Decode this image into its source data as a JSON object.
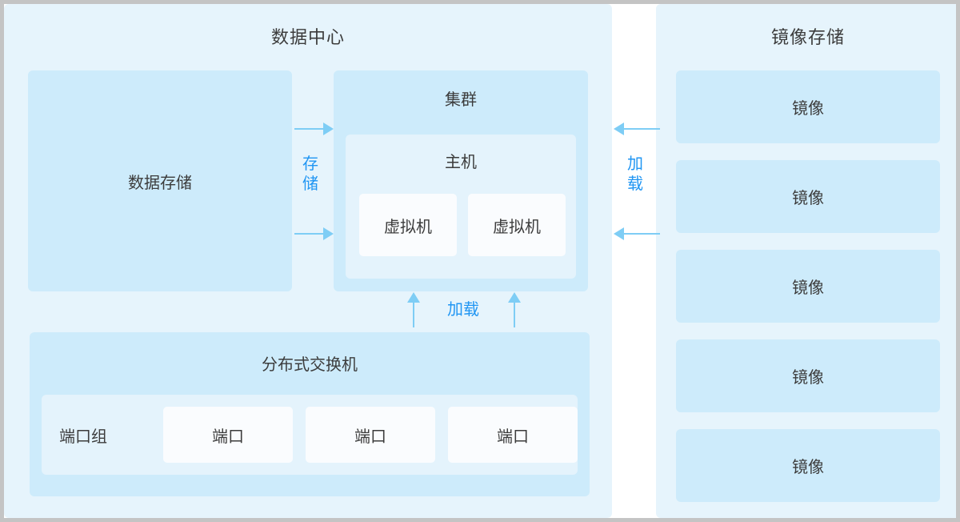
{
  "diagram": {
    "datacenter": {
      "title": "数据中心",
      "data_storage": {
        "label": "数据存储"
      },
      "cluster": {
        "title": "集群",
        "host": {
          "title": "主机",
          "vms": [
            {
              "label": "虚拟机"
            },
            {
              "label": "虚拟机"
            }
          ]
        }
      },
      "switch": {
        "title": "分布式交换机",
        "port_group_label": "端口组",
        "ports": [
          {
            "label": "端口"
          },
          {
            "label": "端口"
          },
          {
            "label": "端口"
          }
        ]
      }
    },
    "mirror_storage": {
      "title": "镜像存储",
      "items": [
        {
          "label": "镜像"
        },
        {
          "label": "镜像"
        },
        {
          "label": "镜像"
        },
        {
          "label": "镜像"
        },
        {
          "label": "镜像"
        }
      ]
    },
    "connectors": {
      "storage_label": "存储",
      "load_label_vertical": "加载",
      "load_label_bottom": "加载"
    },
    "colors": {
      "panel_background": "#e6f4fc",
      "box_medium": "#cdebfb",
      "box_light": "#e4f3fc",
      "box_white": "#fafcfe",
      "arrow": "#7ecdf5",
      "connector_text": "#2196f3",
      "text": "#3c3c3c",
      "outer_border": "#c4c4c4"
    }
  }
}
